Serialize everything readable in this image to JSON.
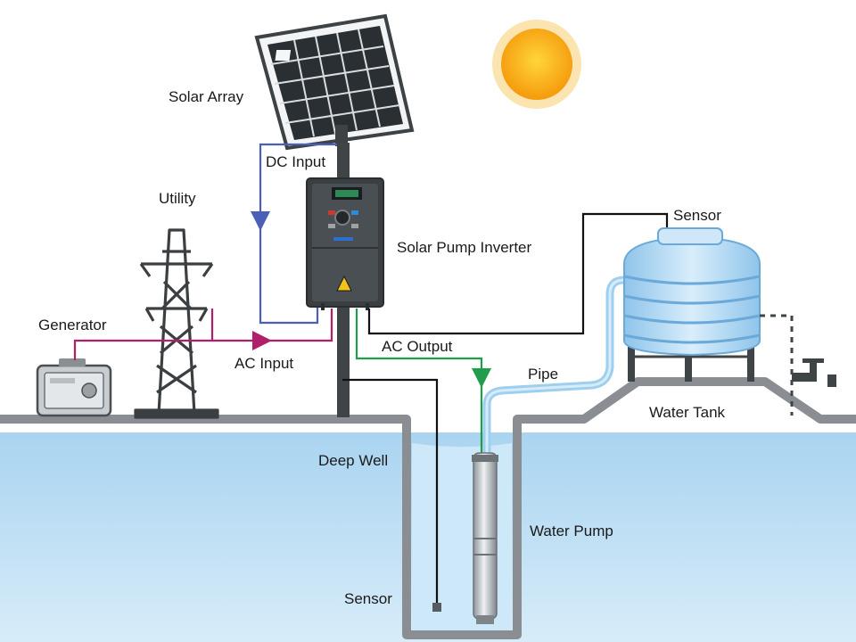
{
  "labels": {
    "solar_array": "Solar Array",
    "dc_input": "DC Input",
    "utility": "Utility",
    "solar_pump_inverter": "Solar Pump Inverter",
    "sensor_tank": "Sensor",
    "generator": "Generator",
    "ac_output": "AC Output",
    "ac_input": "AC Input",
    "pipe": "Pipe",
    "water_tank": "Water Tank",
    "deep_well": "Deep Well",
    "water_pump": "Water Pump",
    "sensor_well": "Sensor"
  },
  "colors": {
    "dc_wire": "#4a5fb5",
    "ac_input_wire": "#b0206a",
    "ac_output_wire": "#1f9d4a",
    "sensor_wire": "#111111",
    "ground": "#8a8e93",
    "water": "#bfe0f5",
    "sun": "#f7a918"
  }
}
